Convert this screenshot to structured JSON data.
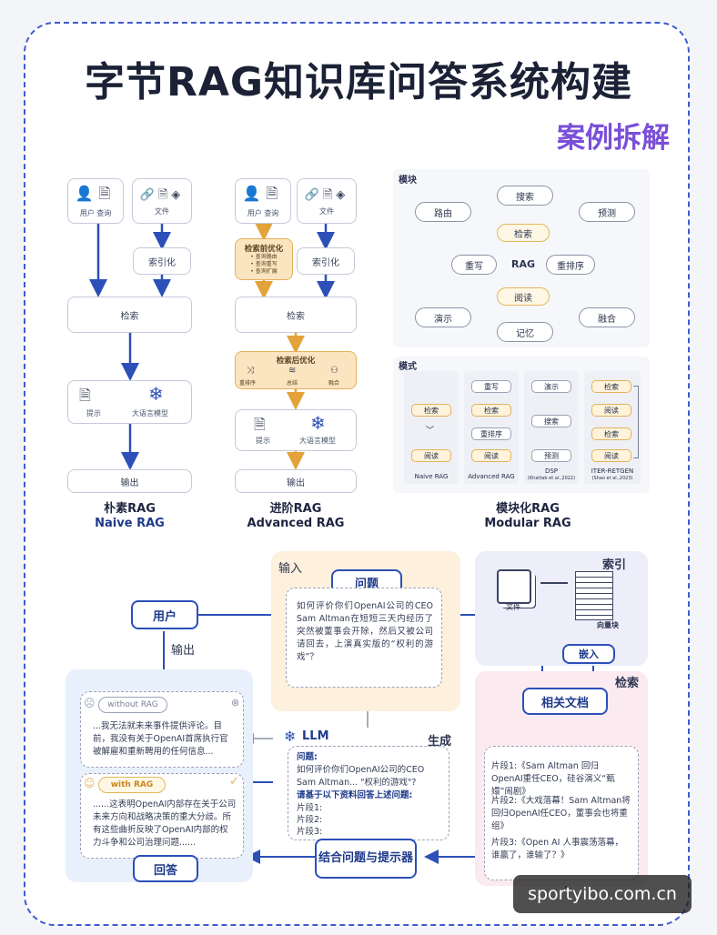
{
  "title": "字节RAG知识库问答系统构建",
  "subtitle": "案例拆解",
  "naive": {
    "user": "用户",
    "query": "查询",
    "doc": "文件",
    "index": "索引化",
    "retrieve": "检索",
    "prompt": "提示",
    "llm": "大语言模型",
    "output": "输出",
    "cap_cn": "朴素RAG",
    "cap_en": "Naive RAG"
  },
  "advanced": {
    "user": "用户",
    "query": "查询",
    "doc": "文件",
    "pre": "检索前优化",
    "pre_items": [
      "• 查询路由",
      "• 查询重写",
      "• 查询扩展"
    ],
    "index": "索引化",
    "retrieve": "检索",
    "post": "检索后优化",
    "post_items": [
      "重排序",
      "总结",
      "融合"
    ],
    "prompt": "提示",
    "llm": "大语言模型",
    "output": "输出",
    "cap_cn": "进阶RAG",
    "cap_en": "Advanced RAG"
  },
  "modular": {
    "module_label": "模块",
    "pattern_label": "模式",
    "modules": [
      "搜索",
      "路由",
      "预测",
      "检索",
      "重写",
      "RAG",
      "重排序",
      "阅读",
      "演示",
      "融合",
      "记忆"
    ],
    "patterns": [
      {
        "name": "Naive RAG",
        "items": [
          "检索",
          "阅读"
        ]
      },
      {
        "name": "Advanced RAG",
        "items": [
          "重写",
          "检索",
          "重排序",
          "阅读"
        ]
      },
      {
        "name": "DSP",
        "note": "(Khattab et al.,2022)",
        "items": [
          "演示",
          "搜索",
          "预测"
        ]
      },
      {
        "name": "ITER-RETGEN",
        "note": "(Shao et al.,2023)",
        "items": [
          "检索",
          "阅读",
          "检索",
          "阅读"
        ]
      }
    ],
    "cap_cn": "模块化RAG",
    "cap_en": "Modular RAG"
  },
  "flow": {
    "input": "输入",
    "question": "问题",
    "question_text": "如何评价你们OpenAI公司的CEO Sam Altman在短短三天内经历了突然被董事会开除，然后又被公司请回去，上演真实版的“权利的游戏”？",
    "user": "用户",
    "output": "输出",
    "index": "索引",
    "file": "文件",
    "vector": "向量块",
    "embed": "嵌入",
    "retrieval": "检索",
    "relevant": "相关文档",
    "without": "without RAG",
    "without_text": "...我无法就未来事件提供评论。目前，我没有关于OpenAI首席执行官被解雇和重新聘用的任何信息...",
    "with": "with RAG",
    "with_text": "......这表明OpenAI内部存在关于公司未来方向和战略决策的重大分歧。所有这些曲折反映了OpenAI内部的权力斗争和公司治理问题......",
    "llm": "LLM",
    "generate": "生成",
    "prompt_q": "问题:",
    "prompt_q_text": "如何评价你们OpenAI公司的CEO Sam Altman... \"权利的游戏\"?",
    "prompt_hint": "请基于以下资料回答上述问题:",
    "slots": [
      "片段1:",
      "片段2:",
      "片段3:"
    ],
    "chunks": [
      "片段1:《Sam Altman 回归 OpenAI重任CEO，硅谷演义“甄嬛”闹剧》",
      "片段2:《大戏落幕！Sam Altman将回归OpenAI任CEO，董事会也将重组》",
      "片段3:《Open AI 人事震荡落幕，谁赢了，谁输了？》"
    ],
    "combine": "结合问题与提示器",
    "answer": "回答"
  },
  "watermark": "sportyibo.com.cn"
}
